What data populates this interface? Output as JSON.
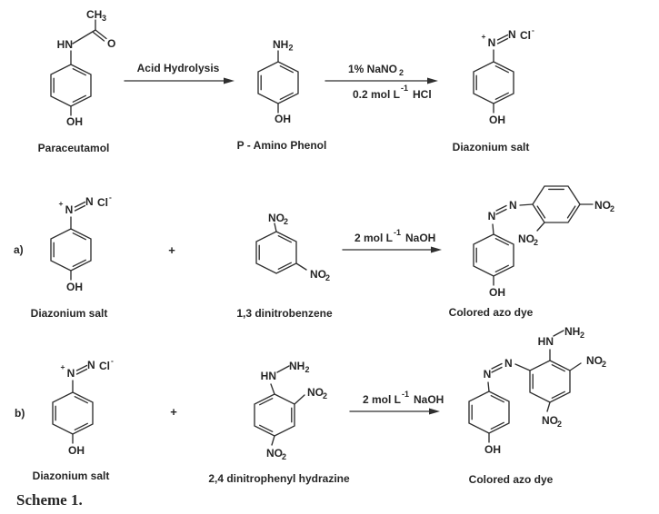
{
  "figure": {
    "scheme_label": "Scheme 1.",
    "row_a_label": "a)",
    "row_b_label": "b)",
    "plus_sign": "+"
  },
  "compounds": {
    "paracetamol": "Paraceutamol",
    "p_amino_phenol": "P - Amino Phenol",
    "diazonium_salt": "Diazonium salt",
    "dinitrobenzene_13": "1,3 dinitrobenzene",
    "dnph_24": "2,4 dinitrophenyl hydrazine",
    "colored_azo_dye": "Colored azo dye"
  },
  "conditions": {
    "acid_hydrolysis": "Acid Hydrolysis",
    "nano2_main": "1% NaNO",
    "nano2_sub": "2",
    "hcl_main": "0.2 mol L",
    "hcl_sup": "-1",
    "hcl_tail": "HCl",
    "naoh_main": "2 mol L",
    "naoh_sup": "-1",
    "naoh_tail": "NaOH"
  },
  "atoms": {
    "ch": "CH",
    "ch_sub": "3",
    "hn": "HN",
    "nh": "NH",
    "nh_sub": "2",
    "no": "NO",
    "no_sub": "2",
    "o": "O",
    "oh": "OH",
    "n": "N",
    "cl": "Cl",
    "plus_charge": "+",
    "minus_charge": "-"
  }
}
